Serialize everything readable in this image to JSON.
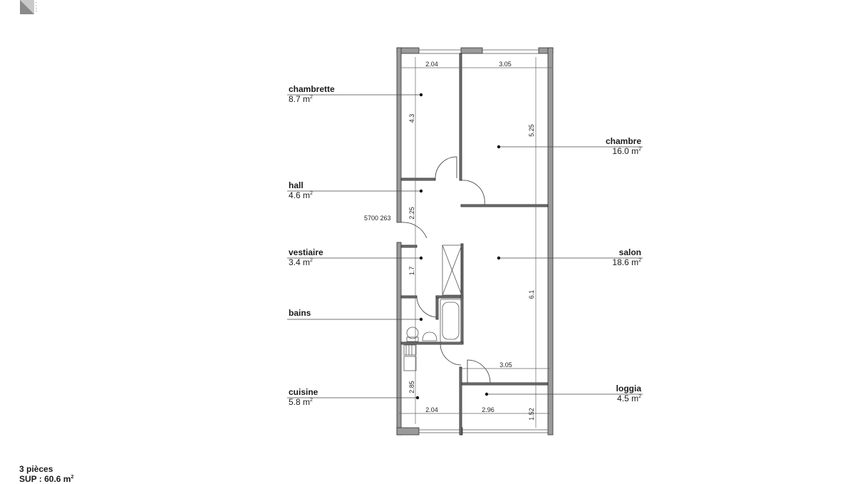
{
  "plan": {
    "reference": "5700 263",
    "rooms": [
      {
        "name": "chambrette",
        "area": "8.7 m",
        "unit_sup": "2"
      },
      {
        "name": "hall",
        "area": "4.6 m",
        "unit_sup": "2"
      },
      {
        "name": "vestiaire",
        "area": "3.4 m",
        "unit_sup": "2"
      },
      {
        "name": "bains",
        "area": "",
        "unit_sup": ""
      },
      {
        "name": "cuisine",
        "area": "5.8 m",
        "unit_sup": "2"
      },
      {
        "name": "chambre",
        "area": "16.0 m",
        "unit_sup": "2"
      },
      {
        "name": "salon",
        "area": "18.6 m",
        "unit_sup": "2"
      },
      {
        "name": "loggia",
        "area": "4.5 m",
        "unit_sup": "2"
      }
    ],
    "dimensions": {
      "top_left_width": "2.04",
      "top_right_width": "3.05",
      "chambrette_depth": "4.3",
      "chambre_depth": "5.25",
      "hall_depth": "2.25",
      "vestiaire_depth": "1.7",
      "salon_depth": "6.1",
      "loggia_top_width": "3.05",
      "cuisine_depth": "2.85",
      "bottom_left_width": "2.04",
      "bottom_right_width": "2.96",
      "loggia_depth": "1.52"
    }
  },
  "summary": {
    "rooms_count": "3 pièces",
    "surface": "SUP : 60.6 m",
    "surface_sup": "2"
  }
}
